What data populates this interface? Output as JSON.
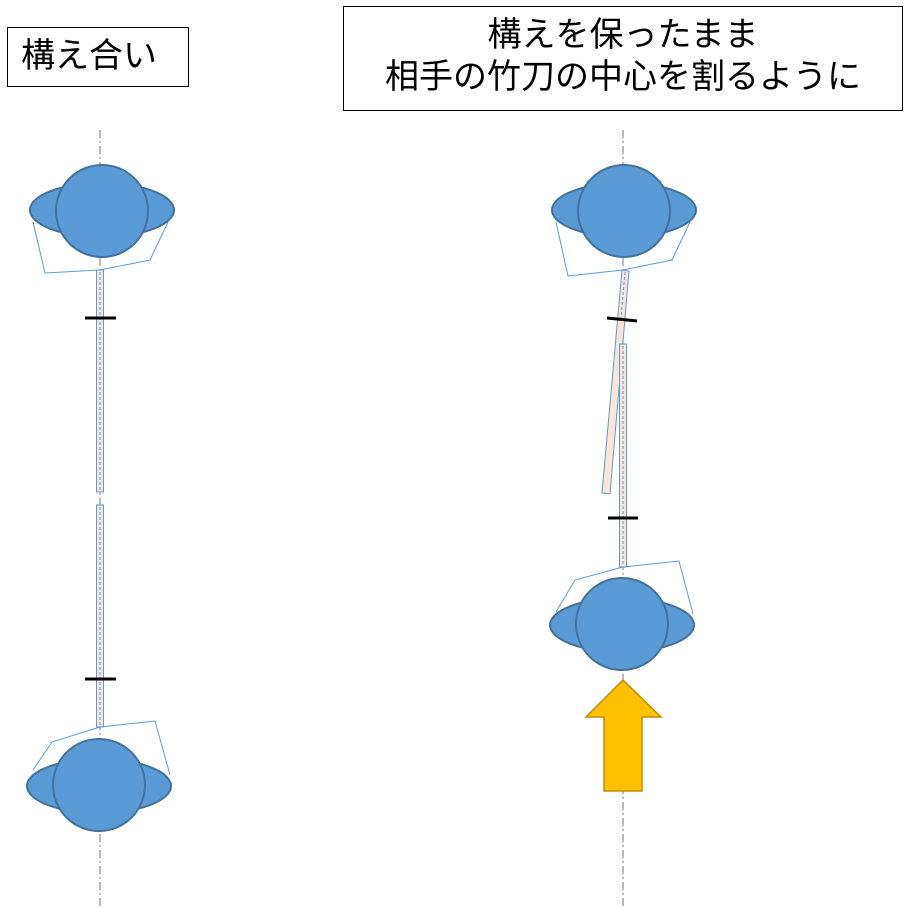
{
  "labels": {
    "left": "構え合い",
    "right_line1": "構えを保ったまま",
    "right_line2": "相手の竹刀の中心を割るように"
  },
  "colors": {
    "head_fill": "#5b9bd5",
    "head_stroke": "#41719c",
    "arm_line": "#5b9bd5",
    "shinai_fill": "#fbe5d6",
    "arrow_fill": "#ffc000",
    "arrow_stroke": "#d08a00",
    "centerline": "#777777"
  }
}
